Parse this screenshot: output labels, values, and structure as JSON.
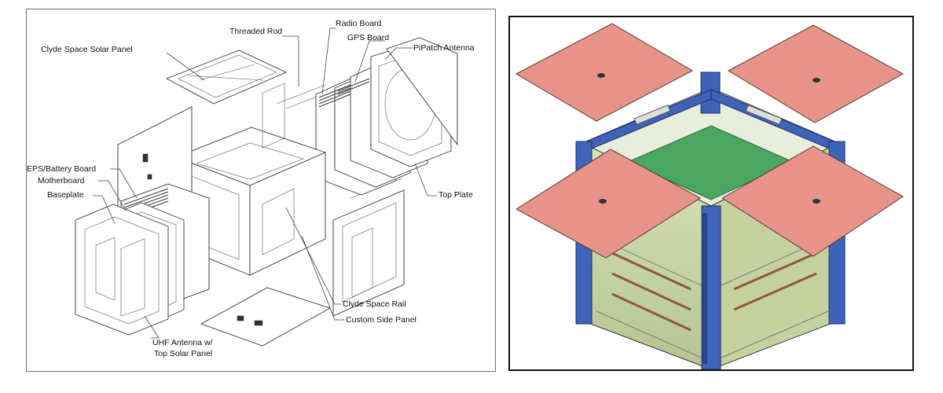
{
  "left_diagram": {
    "labels": {
      "threaded_rod": "Threaded Rod",
      "radio_board": "Radio Board",
      "gps_board": "GPS Board",
      "pipatch_antenna": "PiPatch Antenna",
      "solar_panel": "Clyde Space Solar Panel",
      "eps_board": "EPS/Battery Board",
      "motherboard": "Motherboard",
      "baseplate": "Baseplate",
      "top_plate": "Top Plate",
      "rail": "Clyde Space Rail",
      "side_panel": "Custom Side Panel",
      "uhf_line1": "UHF Antenna w/",
      "uhf_line2": "Top Solar Panel"
    }
  },
  "right_render": {
    "colors": {
      "solar_panel": "#e8948a",
      "frame": "#3f63b8",
      "top_board": "#4aa660",
      "enclosure": "#c9d6a8"
    }
  }
}
